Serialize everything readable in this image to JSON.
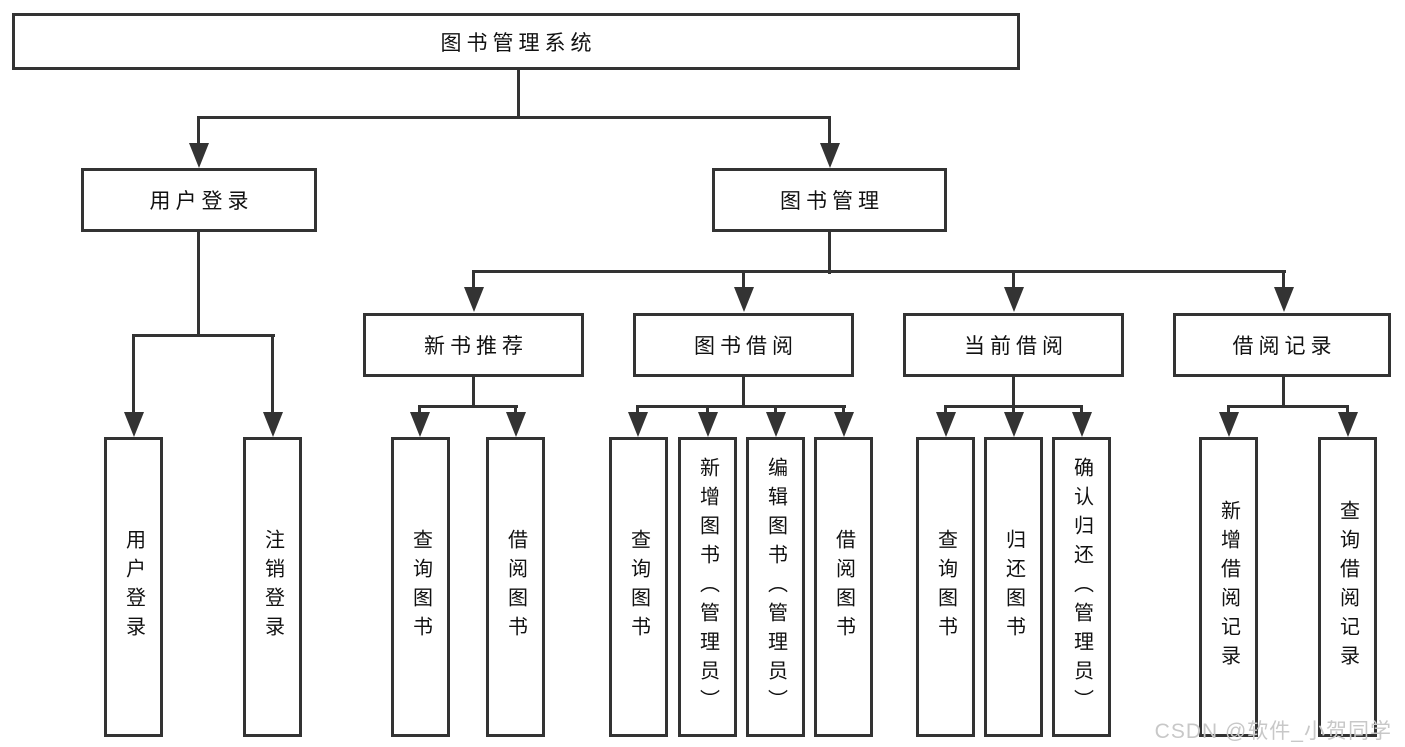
{
  "diagram": {
    "root": {
      "label": "图书管理系统",
      "children": [
        {
          "label": "用户登录",
          "children": [
            {
              "label": "用户登录"
            },
            {
              "label": "注销登录"
            }
          ]
        },
        {
          "label": "图书管理",
          "children": [
            {
              "label": "新书推荐",
              "children": [
                {
                  "label": "查询图书"
                },
                {
                  "label": "借阅图书"
                }
              ]
            },
            {
              "label": "图书借阅",
              "children": [
                {
                  "label": "查询图书"
                },
                {
                  "label": "新增图书（管理员）"
                },
                {
                  "label": "编辑图书（管理员）"
                },
                {
                  "label": "借阅图书"
                }
              ]
            },
            {
              "label": "当前借阅",
              "children": [
                {
                  "label": "查询图书"
                },
                {
                  "label": "归还图书"
                },
                {
                  "label": "确认归还（管理员）"
                }
              ]
            },
            {
              "label": "借阅记录",
              "children": [
                {
                  "label": "新增借阅记录"
                },
                {
                  "label": "查询借阅记录"
                }
              ]
            }
          ]
        }
      ]
    }
  },
  "watermark": {
    "text": "CSDN @软件_小贺同学"
  },
  "colors": {
    "line": "#333333",
    "text": "#111111",
    "watermark": "#c8c8c8",
    "background": "#ffffff"
  }
}
